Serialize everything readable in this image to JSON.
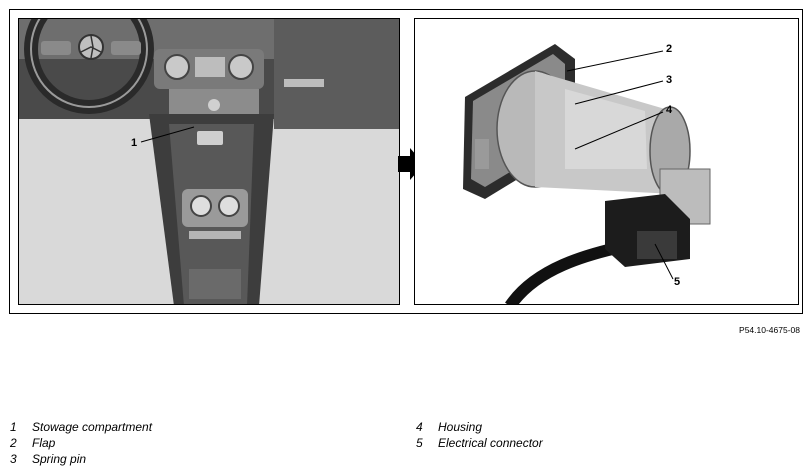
{
  "callouts": {
    "c1": "1",
    "c2": "2",
    "c3": "3",
    "c4": "4",
    "c5": "5"
  },
  "figure_code": "P54.10-4675-08",
  "legend": {
    "left": [
      {
        "num": "1",
        "label": "Stowage compartment"
      },
      {
        "num": "2",
        "label": "Flap"
      },
      {
        "num": "3",
        "label": "Spring pin"
      }
    ],
    "right": [
      {
        "num": "4",
        "label": "Housing"
      },
      {
        "num": "5",
        "label": "Electrical connector"
      }
    ]
  }
}
